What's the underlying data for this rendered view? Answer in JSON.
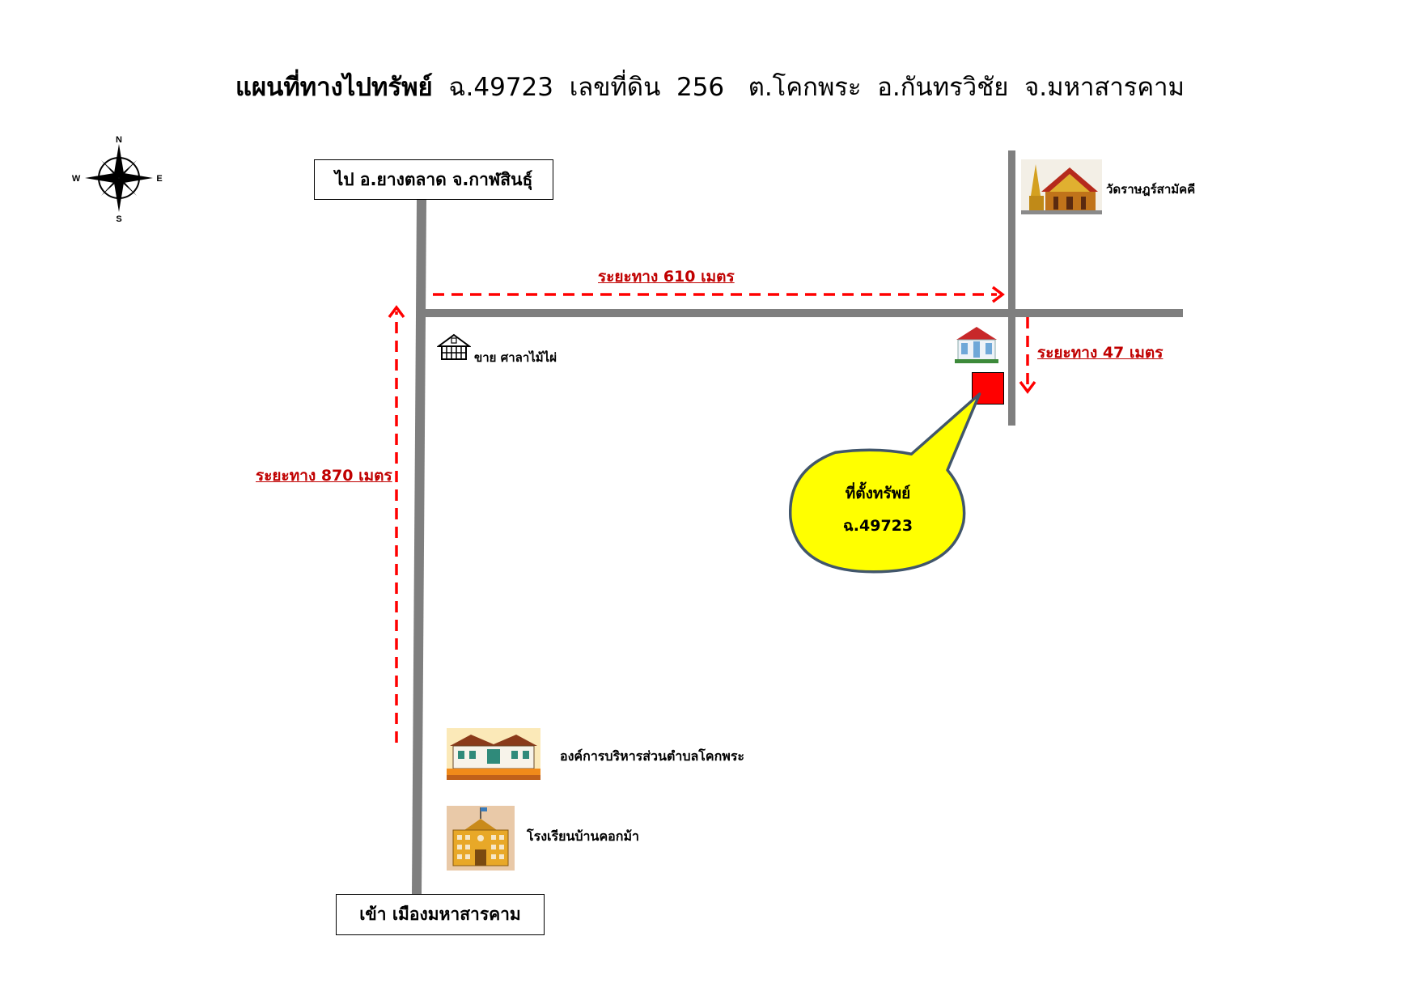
{
  "title": {
    "bold": "แผนที่ทางไปทรัพย์",
    "rest": "ฉ.49723  เลขที่ดิน  256   ต.โคกพระ  อ.กันทรวิชัย  จ.มหาสารคาม"
  },
  "compass": {
    "n": "N",
    "s": "S",
    "e": "E",
    "w": "W"
  },
  "destinations": {
    "top": "ไป อ.ยางตลาด จ.กาฬสินธุ์",
    "bottom": "เข้า เมืองมหาสารคาม"
  },
  "distances": {
    "vertical": "ระยะทาง 870 เมตร",
    "horizontal": "ระยะทาง 610 เมตร",
    "short": "ระยะทาง 47 เมตร"
  },
  "landmarks": {
    "temple": "วัดราษฎร์สามัคคี",
    "pavilion_shop": "ขาย ศาลาไม้ไผ่",
    "sao": "องค์การบริหารส่วนตำบลโคกพระ",
    "school": "โรงเรียนบ้านคอกม้า"
  },
  "callout": {
    "line1": "ที่ตั้งทรัพย์",
    "line2": "ฉ.49723"
  },
  "colors": {
    "road": "#7f7f7f",
    "route_arrow": "#ff0000",
    "distance_text": "#c00000",
    "callout_fill": "#ffff00",
    "callout_border": "#41566b",
    "site_marker": "#ff0000"
  }
}
